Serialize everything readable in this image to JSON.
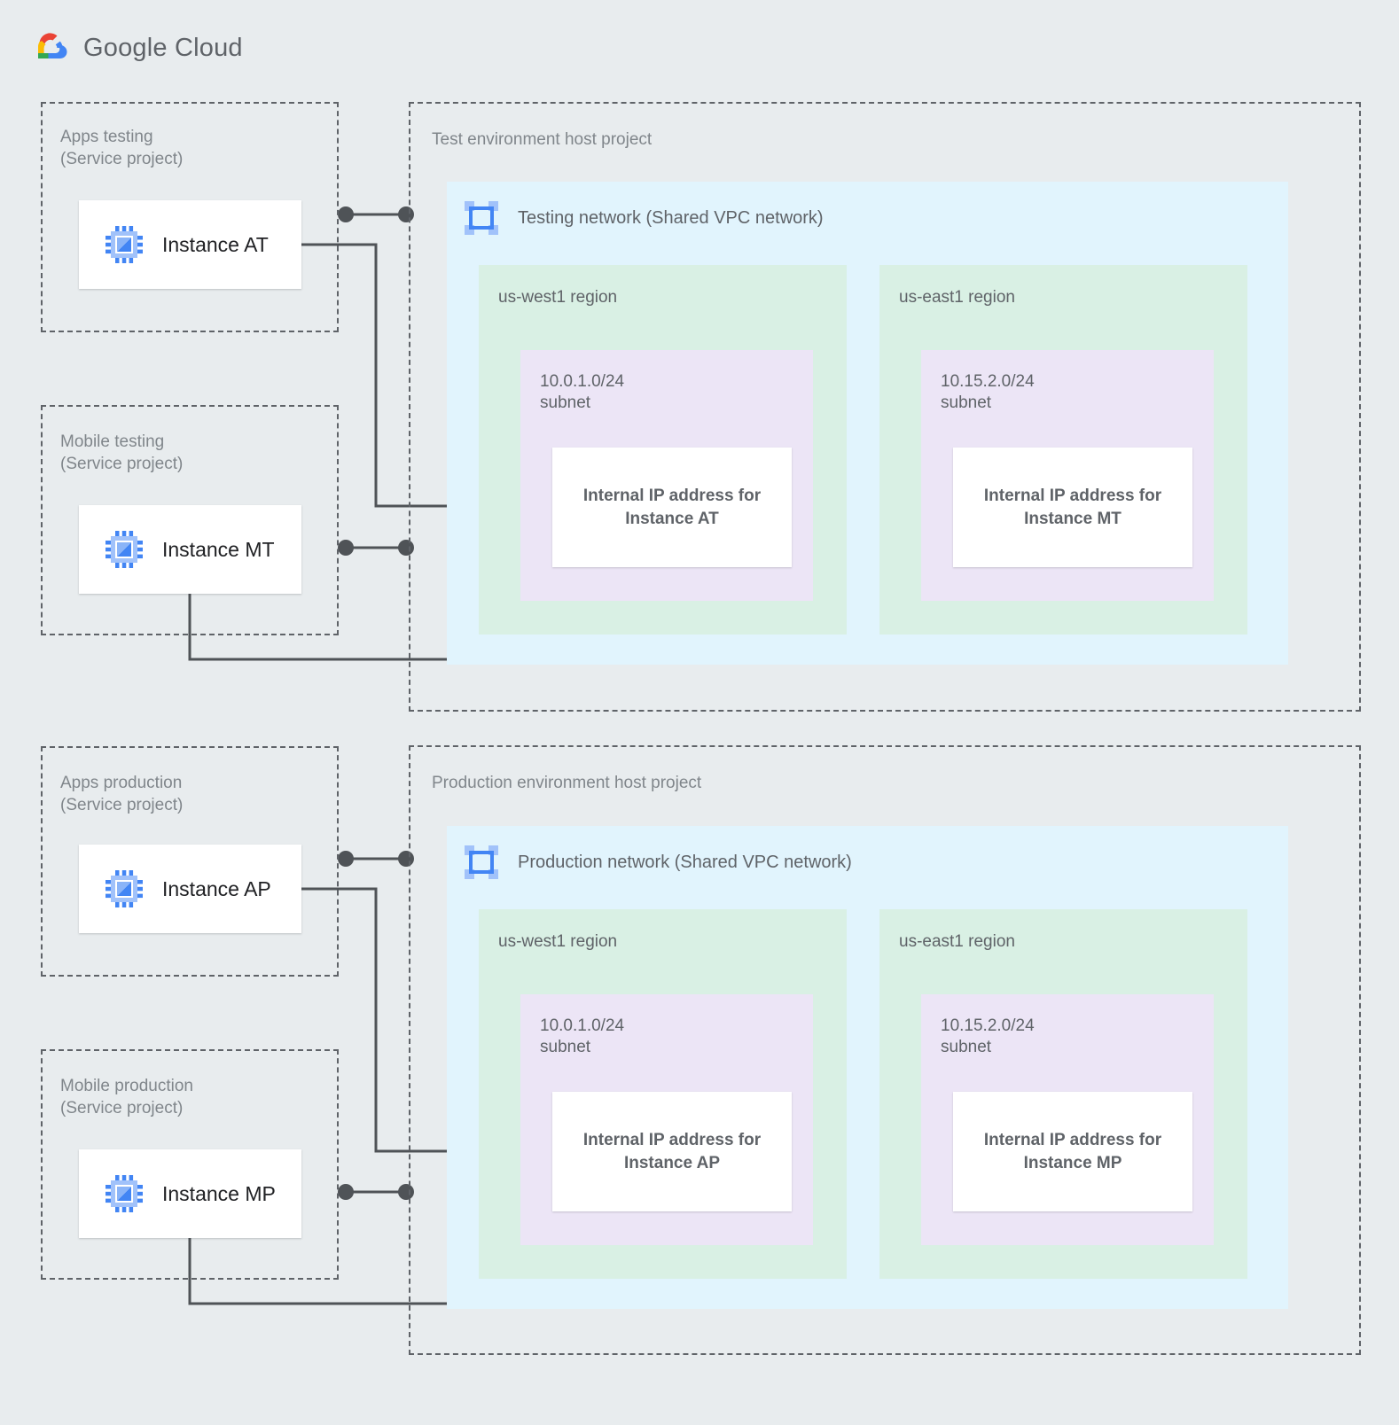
{
  "brand": {
    "google": "Google",
    "cloud": "Cloud",
    "logo_icon": "google-cloud-logo"
  },
  "colors": {
    "page_bg": "#e8ecee",
    "vpc_bg": "#e1f4fd",
    "region_bg": "#d9f0e4",
    "subnet_bg": "#ece5f6",
    "card_bg": "#ffffff",
    "text": "#5f6368",
    "dashed_border": "#5f6368",
    "connector": "#4f5357",
    "icon_blue": "#4285f4",
    "icon_blue_light": "#a1c2fa"
  },
  "environments": [
    {
      "id": "test",
      "host_project_label": "Test environment host project",
      "network": {
        "title": "Testing network (Shared VPC network)",
        "icon": "vpc-network-icon"
      },
      "service_projects": [
        {
          "id": "apps-testing",
          "label": "Apps testing\n(Service project)",
          "instance": {
            "name": "Instance AT",
            "icon": "compute-instance-icon"
          }
        },
        {
          "id": "mobile-testing",
          "label": "Mobile testing\n(Service project)",
          "instance": {
            "name": "Instance MT",
            "icon": "compute-instance-icon"
          }
        }
      ],
      "regions": [
        {
          "name": "us-west1 region",
          "subnet": {
            "cidr": "10.0.1.0/24",
            "kind": "subnet"
          },
          "ip_box": "Internal IP address for\nInstance AT"
        },
        {
          "name": "us-east1 region",
          "subnet": {
            "cidr": "10.15.2.0/24",
            "kind": "subnet"
          },
          "ip_box": "Internal IP address for\nInstance MT"
        }
      ]
    },
    {
      "id": "production",
      "host_project_label": "Production environment host project",
      "network": {
        "title": "Production network (Shared VPC network)",
        "icon": "vpc-network-icon"
      },
      "service_projects": [
        {
          "id": "apps-production",
          "label": "Apps production\n(Service project)",
          "instance": {
            "name": "Instance AP",
            "icon": "compute-instance-icon"
          }
        },
        {
          "id": "mobile-production",
          "label": "Mobile production\n(Service project)",
          "instance": {
            "name": "Instance MP",
            "icon": "compute-instance-icon"
          }
        }
      ],
      "regions": [
        {
          "name": "us-west1 region",
          "subnet": {
            "cidr": "10.0.1.0/24",
            "kind": "subnet"
          },
          "ip_box": "Internal IP address for\nInstance AP"
        },
        {
          "name": "us-east1 region",
          "subnet": {
            "cidr": "10.15.2.0/24",
            "kind": "subnet"
          },
          "ip_box": "Internal IP address for\nInstance MP"
        }
      ]
    }
  ]
}
